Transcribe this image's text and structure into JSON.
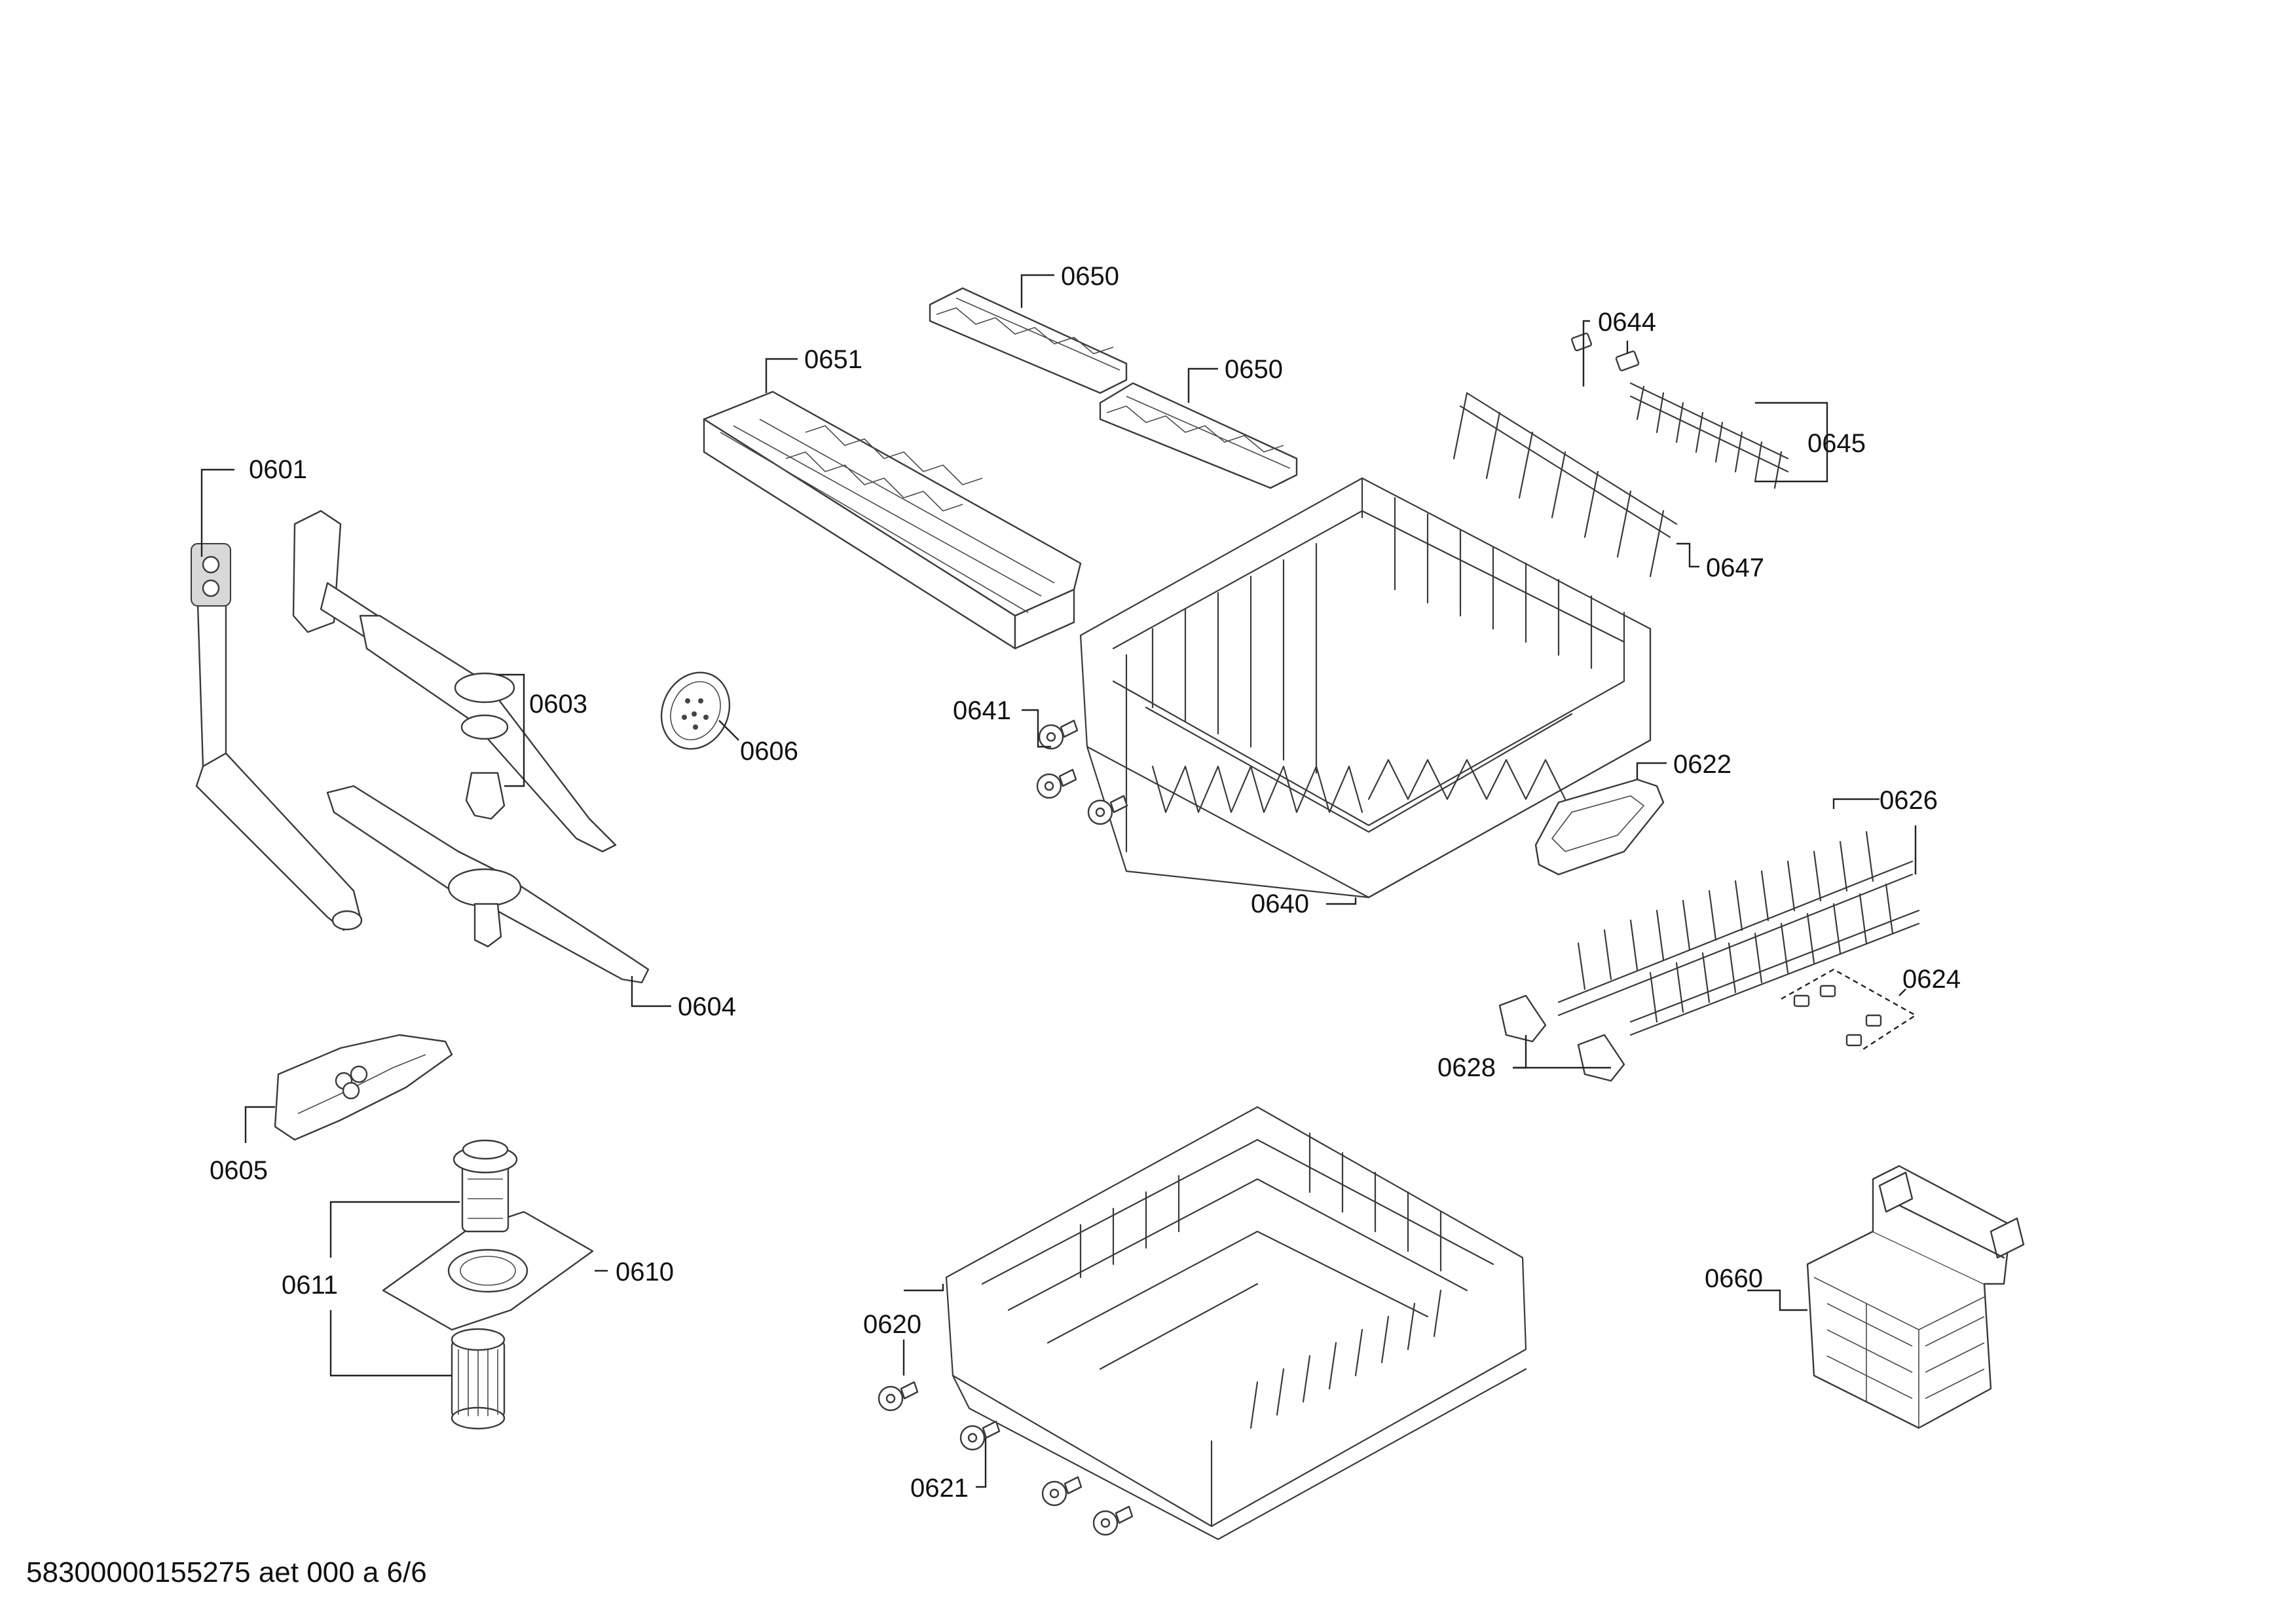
{
  "labels": {
    "p0601": "0601",
    "p0603": "0603",
    "p0604": "0604",
    "p0605": "0605",
    "p0606": "0606",
    "p0610": "0610",
    "p0611": "0611",
    "p0620": "0620",
    "p0621": "0621",
    "p0622": "0622",
    "p0624": "0624",
    "p0626": "0626",
    "p0628": "0628",
    "p0640": "0640",
    "p0641": "0641",
    "p0644": "0644",
    "p0645": "0645",
    "p0647": "0647",
    "p0650a": "0650",
    "p0650b": "0650",
    "p0651": "0651",
    "p0660": "0660"
  },
  "footer": "58300000155275 aet 000 a 6/6"
}
